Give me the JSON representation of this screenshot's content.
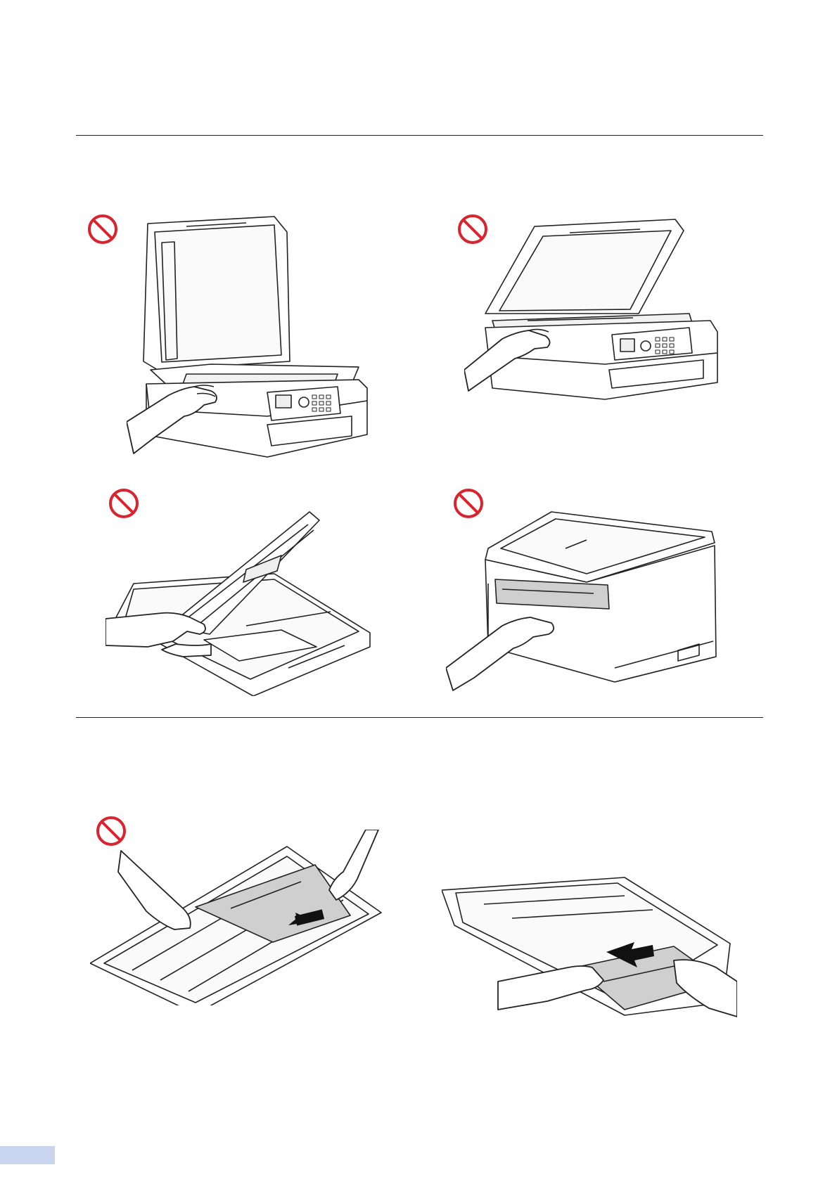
{
  "colors": {
    "rule": "#222222",
    "prohibition": "#d9232e",
    "line_art": "#222222",
    "page_tab": "#c9d5ee"
  },
  "icons": {
    "prohibition": "prohibition-icon"
  },
  "figures": [
    {
      "id": "scanner-cover-open",
      "prohibited": true
    },
    {
      "id": "scanner-lid-raised",
      "prohibited": true
    },
    {
      "id": "paper-tray-output-cover",
      "prohibited": true
    },
    {
      "id": "jam-clear-cover-back",
      "prohibited": true
    },
    {
      "id": "tray-slot-extension-wrong",
      "prohibited": true
    },
    {
      "id": "tray-slot-extension-correct",
      "prohibited": false
    }
  ]
}
